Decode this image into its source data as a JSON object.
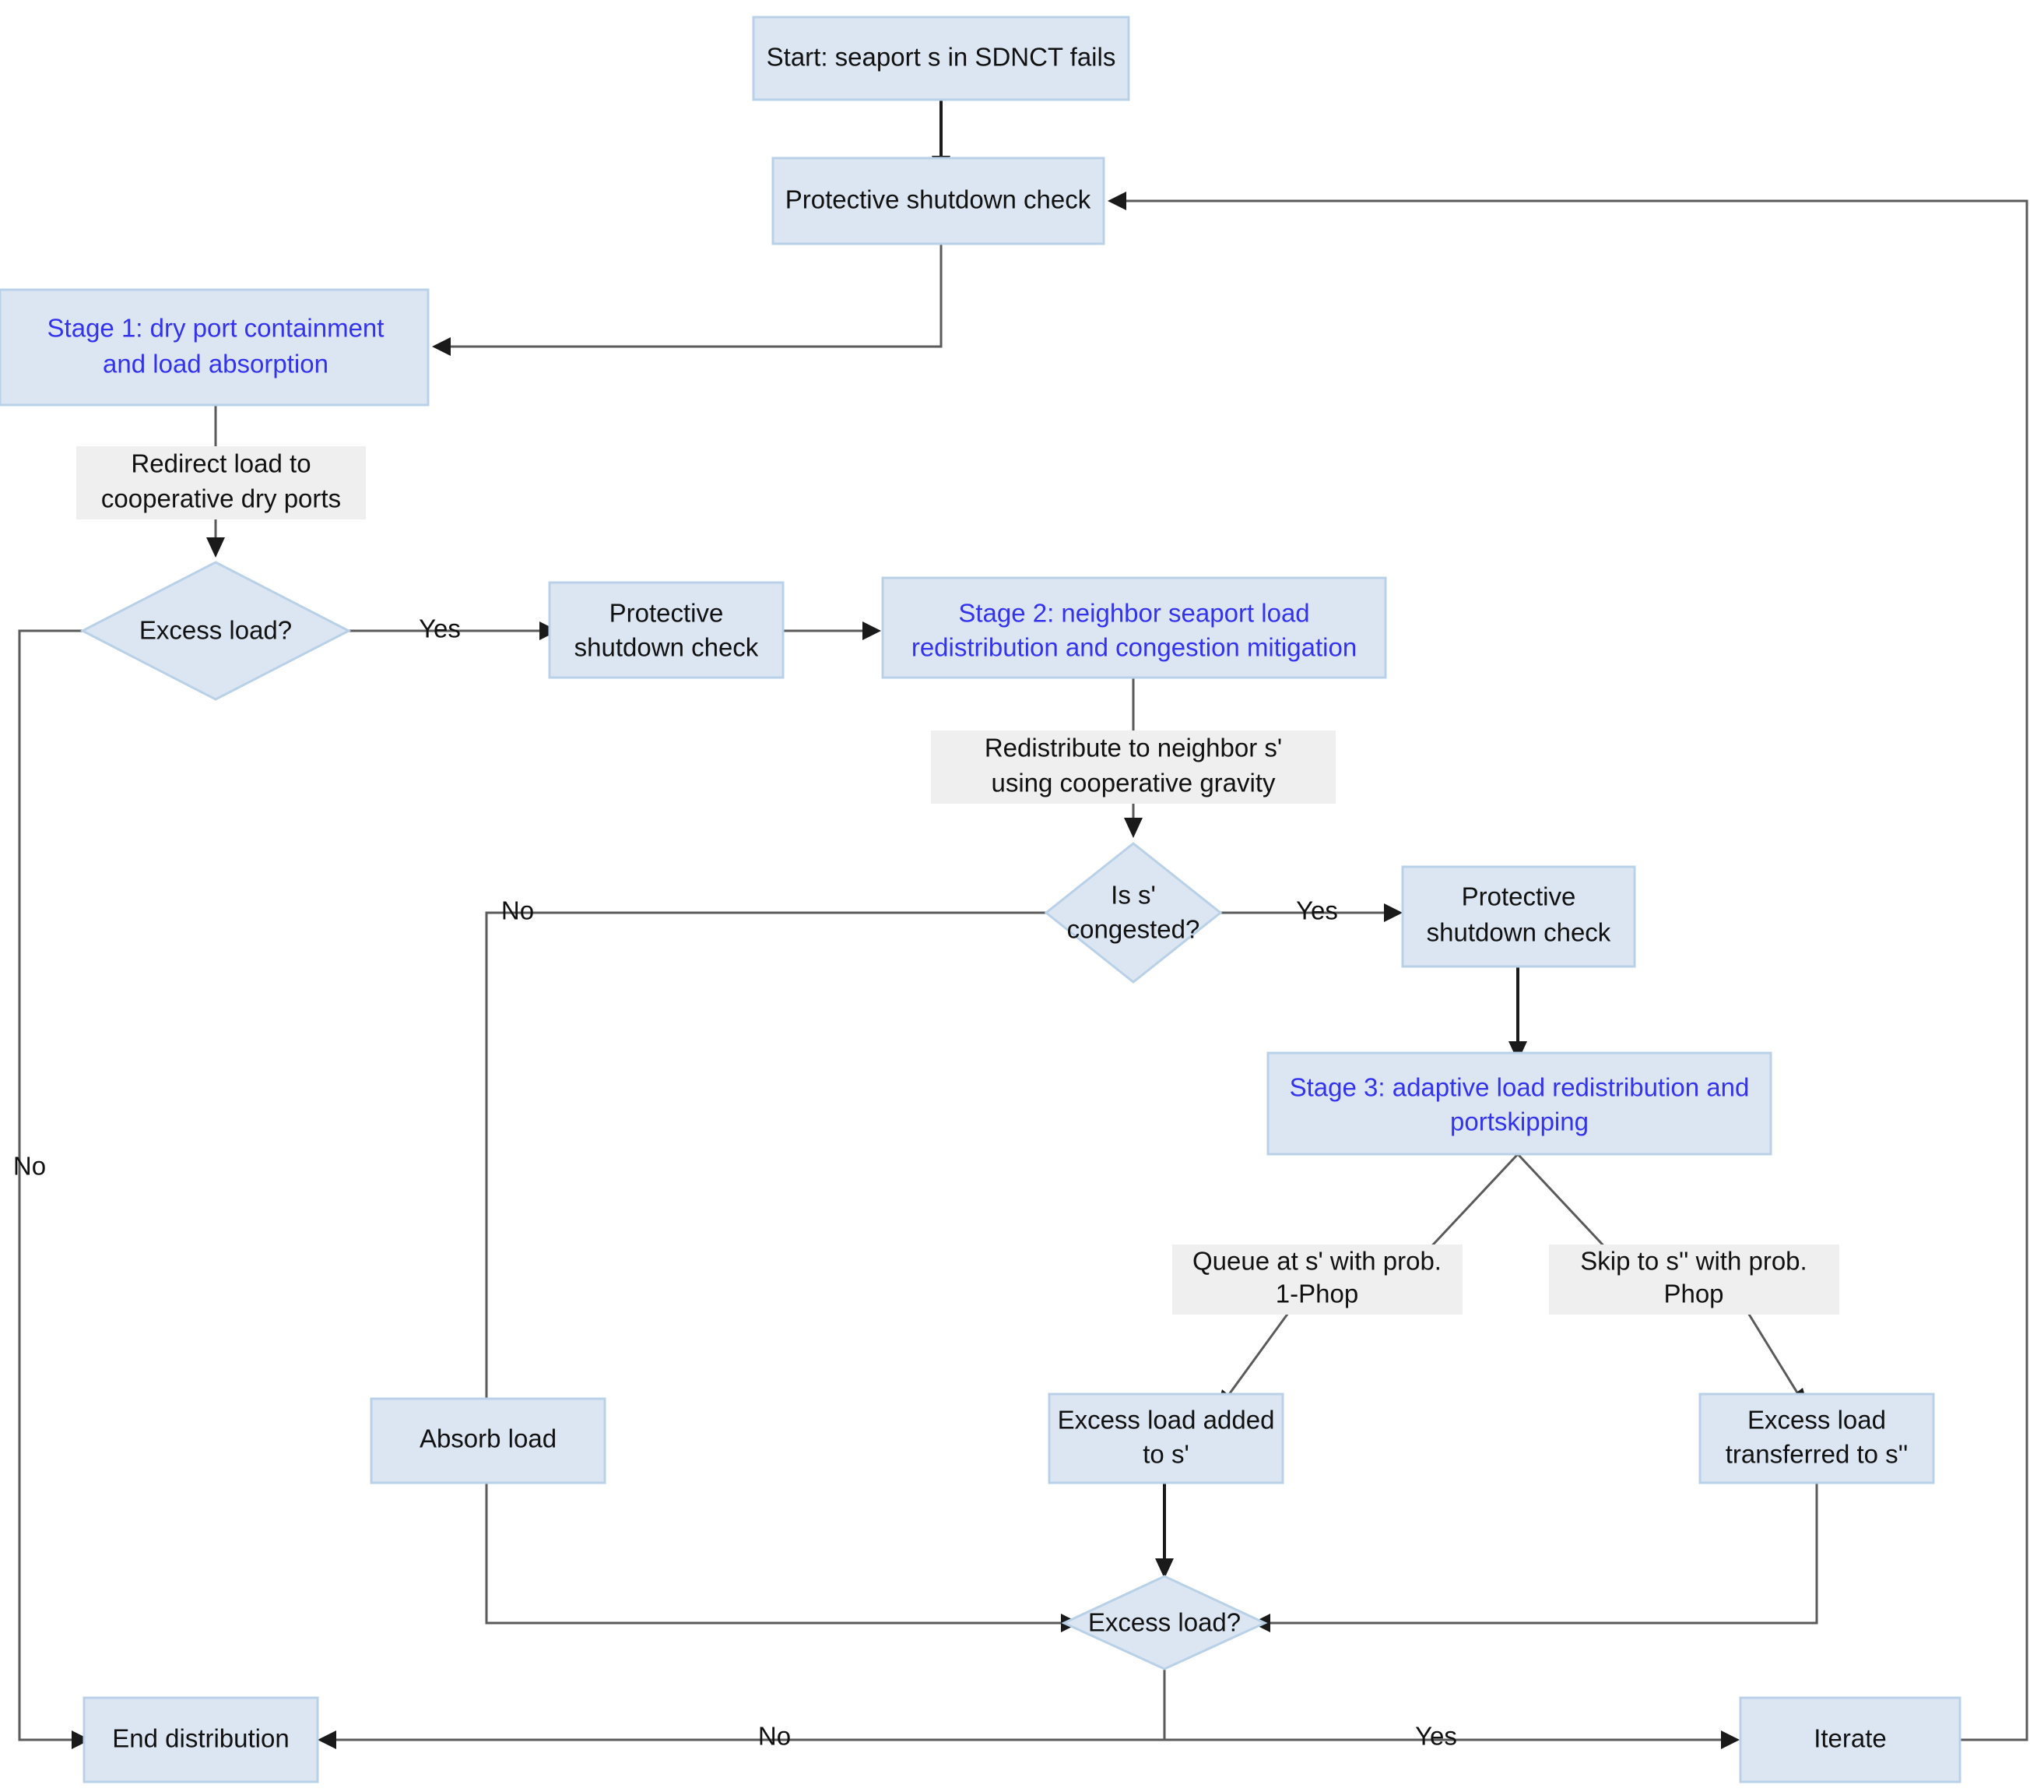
{
  "diagram": {
    "type": "flowchart",
    "title": "SDNCT seaport failure load redistribution flowchart",
    "colors": {
      "node_fill": "#dce6f2",
      "node_stroke": "#b8d1e8",
      "stage_text": "#3333ee",
      "normal_text": "#111111",
      "edge_label_fill": "#efefef",
      "edge_stroke": "#5a5a5a",
      "background": "#ffffff"
    }
  },
  "nodes": {
    "start": {
      "label": "Start: seaport s in SDNCT fails",
      "shape": "rect",
      "style": "normal"
    },
    "shutdown_check_1": {
      "label": "Protective shutdown check",
      "shape": "rect",
      "style": "normal"
    },
    "stage1_line1": "Stage 1: dry port containment",
    "stage1_line2": "and load absorption",
    "excess_load_1": {
      "label": "Excess load?",
      "shape": "diamond",
      "style": "normal"
    },
    "shutdown_check_2_line1": "Protective",
    "shutdown_check_2_line2": "shutdown check",
    "stage2_line1": "Stage 2: neighbor seaport load",
    "stage2_line2": "redistribution and congestion mitigation",
    "is_congested_line1": "Is s'",
    "is_congested_line2": "congested?",
    "shutdown_check_3_line1": "Protective",
    "shutdown_check_3_line2": "shutdown check",
    "stage3_line1": "Stage 3: adaptive load redistribution and",
    "stage3_line2": "portskipping",
    "absorb_load": {
      "label": "Absorb load",
      "shape": "rect",
      "style": "normal"
    },
    "excess_added_line1": "Excess load added",
    "excess_added_line2": "to s'",
    "excess_transferred_line1": "Excess load",
    "excess_transferred_line2": "transferred to s''",
    "excess_load_2": {
      "label": "Excess load?",
      "shape": "diamond",
      "style": "normal"
    },
    "end_distribution": {
      "label": "End distribution",
      "shape": "rect",
      "style": "normal"
    },
    "iterate": {
      "label": "Iterate",
      "shape": "rect",
      "style": "normal"
    }
  },
  "edge_labels": {
    "redirect_line1": "Redirect load to",
    "redirect_line2": "cooperative dry ports",
    "redistribute_line1": "Redistribute to neighbor s'",
    "redistribute_line2": "using cooperative gravity",
    "queue_line1": "Queue at s' with prob.",
    "queue_line2": "1-Phop",
    "skip_line1": "Skip to s'' with prob.",
    "skip_line2": "Phop"
  },
  "branch_labels": {
    "excess1_yes": "Yes",
    "excess1_no": "No",
    "congested_yes": "Yes",
    "congested_no": "No",
    "excess2_no": "No",
    "excess2_yes": "Yes"
  }
}
